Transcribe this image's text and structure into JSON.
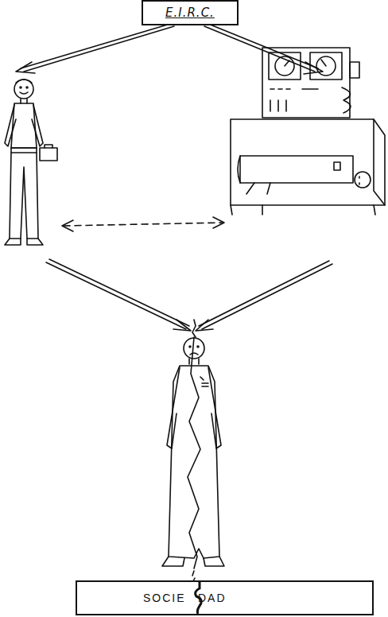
{
  "diagram": {
    "nodes": [
      {
        "text": [
          "E.I.R.C."
        ]
      },
      {
        "text": [
          "SOCIE",
          "DAD"
        ]
      }
    ]
  }
}
